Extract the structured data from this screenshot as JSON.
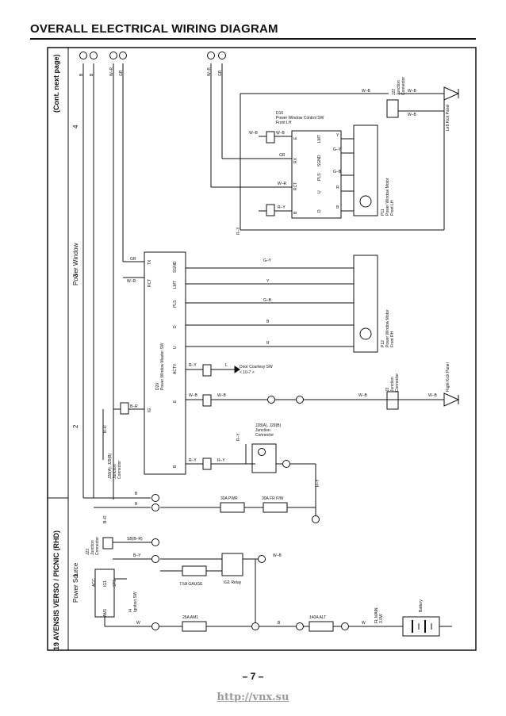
{
  "page": {
    "title": "OVERALL ELECTRICAL WIRING DIAGRAM",
    "model_label": "19  AVENSIS VERSO / PICNIC (RHD)",
    "continued": "(Cont.  next page)",
    "page_number": "– 7 –",
    "watermark": "http://vnx.su"
  },
  "sections": {
    "power_source": "Power Source",
    "power_window": "Power Window",
    "num_1": "1",
    "num_2": "2",
    "num_3": "3",
    "num_4": "4"
  },
  "components": {
    "d16": {
      "id": "D16",
      "name": "Power Window Control SW",
      "loc": "Front LH"
    },
    "p11": {
      "id": "P11",
      "name": "Power Window Motor",
      "loc": "Front LH"
    },
    "p12": {
      "id": "P12",
      "name": "Power Window Motor",
      "loc": "Front RH"
    },
    "d20": {
      "id": "D20",
      "name": "Power Window Master SW"
    },
    "i4": {
      "id": "I4",
      "name": "Ignition SW"
    },
    "ig1": {
      "name": "IG1 Relay"
    },
    "battery": {
      "name": "Battery"
    },
    "j22": {
      "id": "J22",
      "name": "Junction",
      "name2": "Connector"
    },
    "j3": {
      "id": "J3",
      "name": "Junction",
      "name2": "Connector"
    },
    "j28": {
      "id": "J28(A), J29(B)",
      "name": "Junction",
      "name2": "Connector"
    },
    "j28b": {
      "id": "J28(A), J29(B)",
      "name": "Junction",
      "name2": "Connector"
    },
    "j23": {
      "id": "J23",
      "name": "Junction",
      "name2": "Connector"
    },
    "lh_kick": "Left Kick Panel",
    "rh_kick": "Right Kick Panel",
    "door_sw": "Door Courtesy SW",
    "door_sw_ref": "< 10-7 >"
  },
  "fuses": {
    "pwr": "30A PWR",
    "frpw": "30A FR P/W",
    "gauge": "7.5A GAUGE",
    "am1": "25A AM1",
    "alt": "140A ALT",
    "main": "FL MAIN",
    "main_size": "3.0W"
  },
  "terminals": {
    "d16": [
      "LMT",
      "SGND",
      "PLS",
      "U",
      "D",
      "RX",
      "RCT",
      "E",
      "B"
    ],
    "d20": [
      "SGND",
      "LMT",
      "PLS",
      "D",
      "U",
      "ACTV",
      "E",
      "IG",
      "B",
      "RCT",
      "TX"
    ],
    "ign": [
      "ACC",
      "IG1",
      "ST1",
      "AM1"
    ]
  },
  "wires": {
    "wb": "W–B",
    "gr": "GR",
    "wr": "W–R",
    "ry": "R–Y",
    "y": "Y",
    "gy": "G–Y",
    "gb": "G–B",
    "r": "R",
    "b": "B",
    "br": "B–R",
    "sb": "SB(B–R)",
    "by": "B–Y",
    "w": "W",
    "l": "L"
  }
}
